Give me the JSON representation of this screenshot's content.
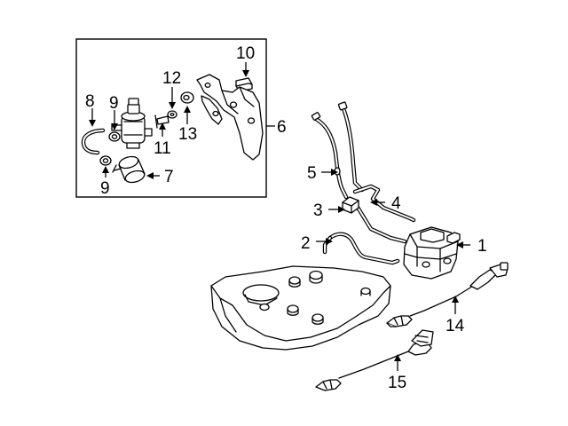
{
  "diagram": {
    "callouts": {
      "c1": "1",
      "c2": "2",
      "c3": "3",
      "c4": "4",
      "c5": "5",
      "c6": "6",
      "c7": "7",
      "c8": "8",
      "c9a": "9",
      "c9b": "9",
      "c10": "10",
      "c11": "11",
      "c12": "12",
      "c13": "13",
      "c14": "14",
      "c15": "15"
    },
    "colors": {
      "ink": "#000000",
      "paper": "#ffffff"
    }
  }
}
